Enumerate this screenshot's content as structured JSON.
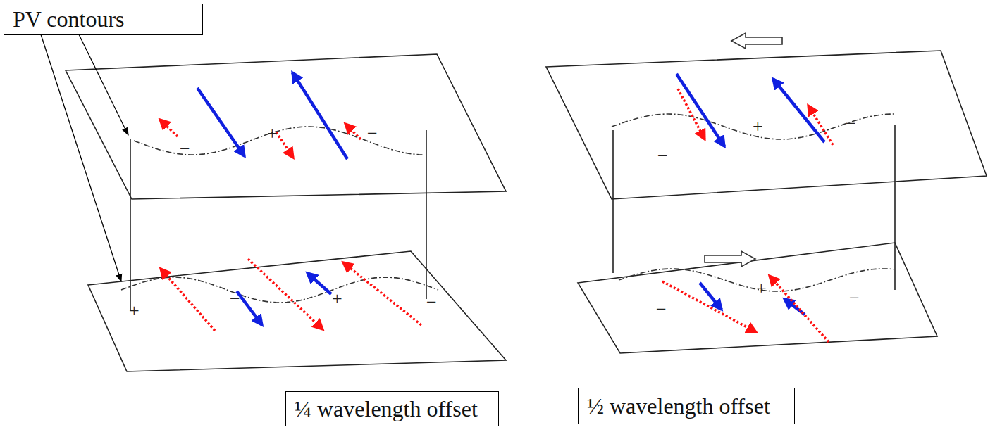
{
  "diagram": {
    "nodes": [
      {
        "text": [
          "PV contours"
        ]
      },
      {
        "text": [
          "¼ wavelength offset"
        ]
      },
      {
        "text": [
          "½ wavelength offset"
        ]
      }
    ],
    "labels": [
      "−",
      "+",
      "−",
      "+",
      "−",
      "+",
      "−",
      "−",
      "+",
      "−",
      "−",
      "+",
      "−"
    ]
  }
}
